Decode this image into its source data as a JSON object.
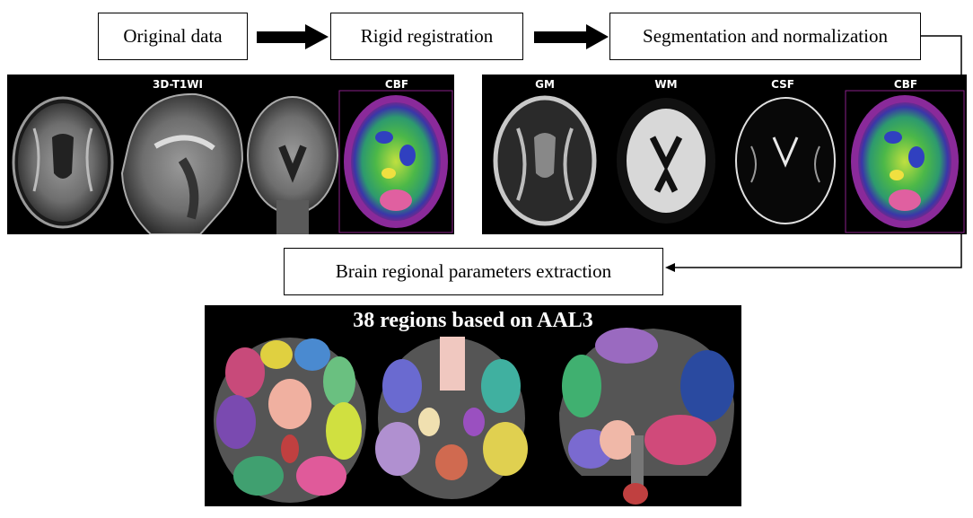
{
  "steps": {
    "original": "Original data",
    "rigid": "Rigid registration",
    "segmentation": "Segmentation and normalization",
    "extraction": "Brain regional parameters extraction"
  },
  "panel1": {
    "label_t1": "3D-T1WI",
    "label_cbf": "CBF"
  },
  "panel2": {
    "label_gm": "GM",
    "label_wm": "WM",
    "label_csf": "CSF",
    "label_cbf": "CBF"
  },
  "atlas": {
    "title": "38 regions based on AAL3"
  },
  "colors": {
    "arrow": "#000000",
    "panel_bg": "#000000",
    "cbf_border": "#8a1f8a"
  },
  "icons": [
    "arrow-right-icon",
    "connector-line"
  ]
}
